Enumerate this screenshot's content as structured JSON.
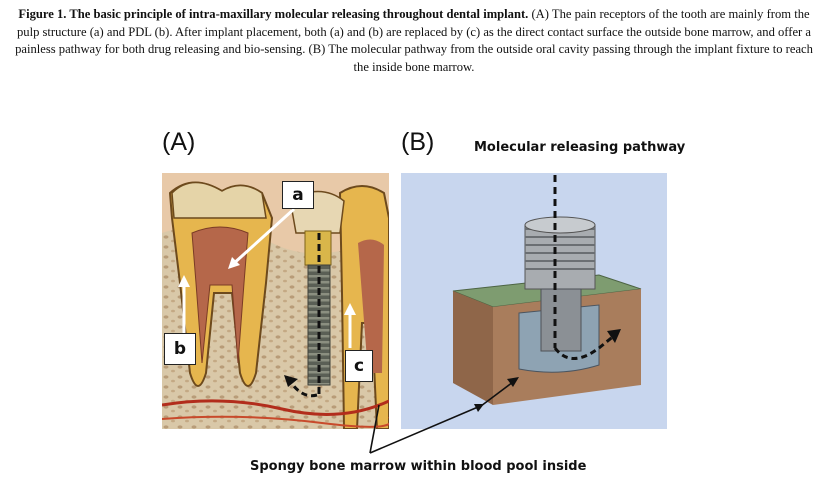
{
  "caption": {
    "lead": "Figure 1. The basic principle of intra-maxillary molecular releasing throughout dental implant.",
    "body": " (A) The pain receptors of the tooth are mainly from the pulp structure (a) and PDL (b). After implant placement, both (a) and (b) are replaced by (c) as the direct contact surface the outside bone marrow, and offer a painless pathway for both drug releasing and bio-sensing. (B) The molecular pathway from the outside oral cavity passing through the implant fixture to reach the inside bone marrow."
  },
  "panel_a": {
    "title": "(A)",
    "label_a": "a",
    "label_b": "b",
    "label_c": "c"
  },
  "panel_b": {
    "title": "(B)",
    "pathway_label": "Molecular releasing pathway"
  },
  "bottom_label": "Spongy bone marrow within blood pool inside",
  "colors": {
    "enamel": "#d9c7a0",
    "dentin": "#e0b34a",
    "pulp": "#b96a4a",
    "bone": "#d8c6a6",
    "gum": "#c98a70",
    "background_b": "#c9d6f0",
    "block_brown": "#a77a5a",
    "block_green": "#7f9a72",
    "implant_gray": "#9a9ea2"
  }
}
